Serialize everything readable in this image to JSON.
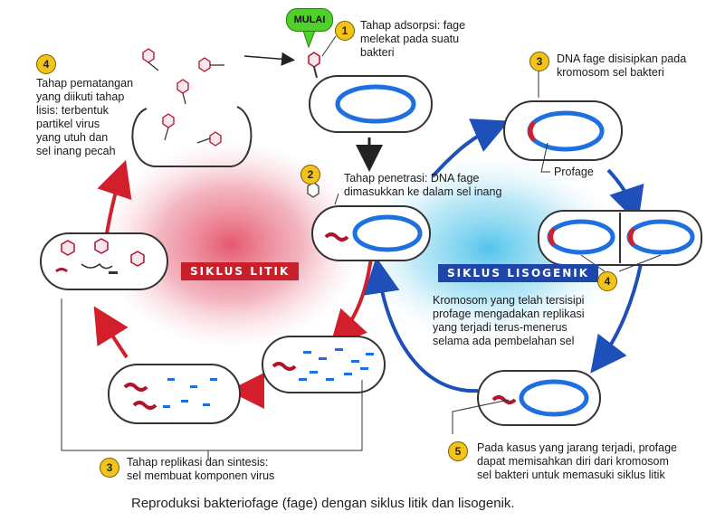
{
  "start_label": "MULAI",
  "cycle_labels": {
    "lytic": "SIKLUS  LITIK",
    "lysogenic": "SIKLUS  LISOGENIK"
  },
  "steps": {
    "s1": {
      "num": "1",
      "text": "Tahap adsorpsi: fage\nmelekat pada suatu\nbakteri"
    },
    "s2": {
      "num": "2",
      "text": "Tahap penetrasi: DNA fage\ndimasukkan ke dalam sel inang"
    },
    "s3_lytic": {
      "num": "3",
      "text": "Tahap replikasi dan sintesis:\nsel membuat komponen virus"
    },
    "s4_lytic": {
      "num": "4",
      "text": "Tahap pematangan\nyang diikuti tahap\nlisis: terbentuk\npartikel virus\nyang utuh dan\nsel inang pecah"
    },
    "s3_lyso": {
      "num": "3",
      "text": "DNA fage disisipkan pada\nkromosom sel bakteri"
    },
    "s4_lyso": {
      "num": "4",
      "text": "Kromosom yang telah tersisipi\nprofage mengadakan replikasi\nyang terjadi terus-menerus\nselama ada pembelahan sel"
    },
    "s5": {
      "num": "5",
      "text": "Pada kasus yang jarang terjadi, profage\ndapat memisahkan diri dari kromosom\nsel bakteri untuk memasuki siklus litik"
    }
  },
  "profage_label": "Profage",
  "caption": "Reproduksi bakteriofage (fage) dengan siklus litik dan lisogenik.",
  "colors": {
    "lytic": "#d21f2b",
    "lysogenic": "#1f4fb8",
    "chromosome": "#1e6fe0",
    "badge": "#f2c418",
    "start": "#4fd12a"
  }
}
